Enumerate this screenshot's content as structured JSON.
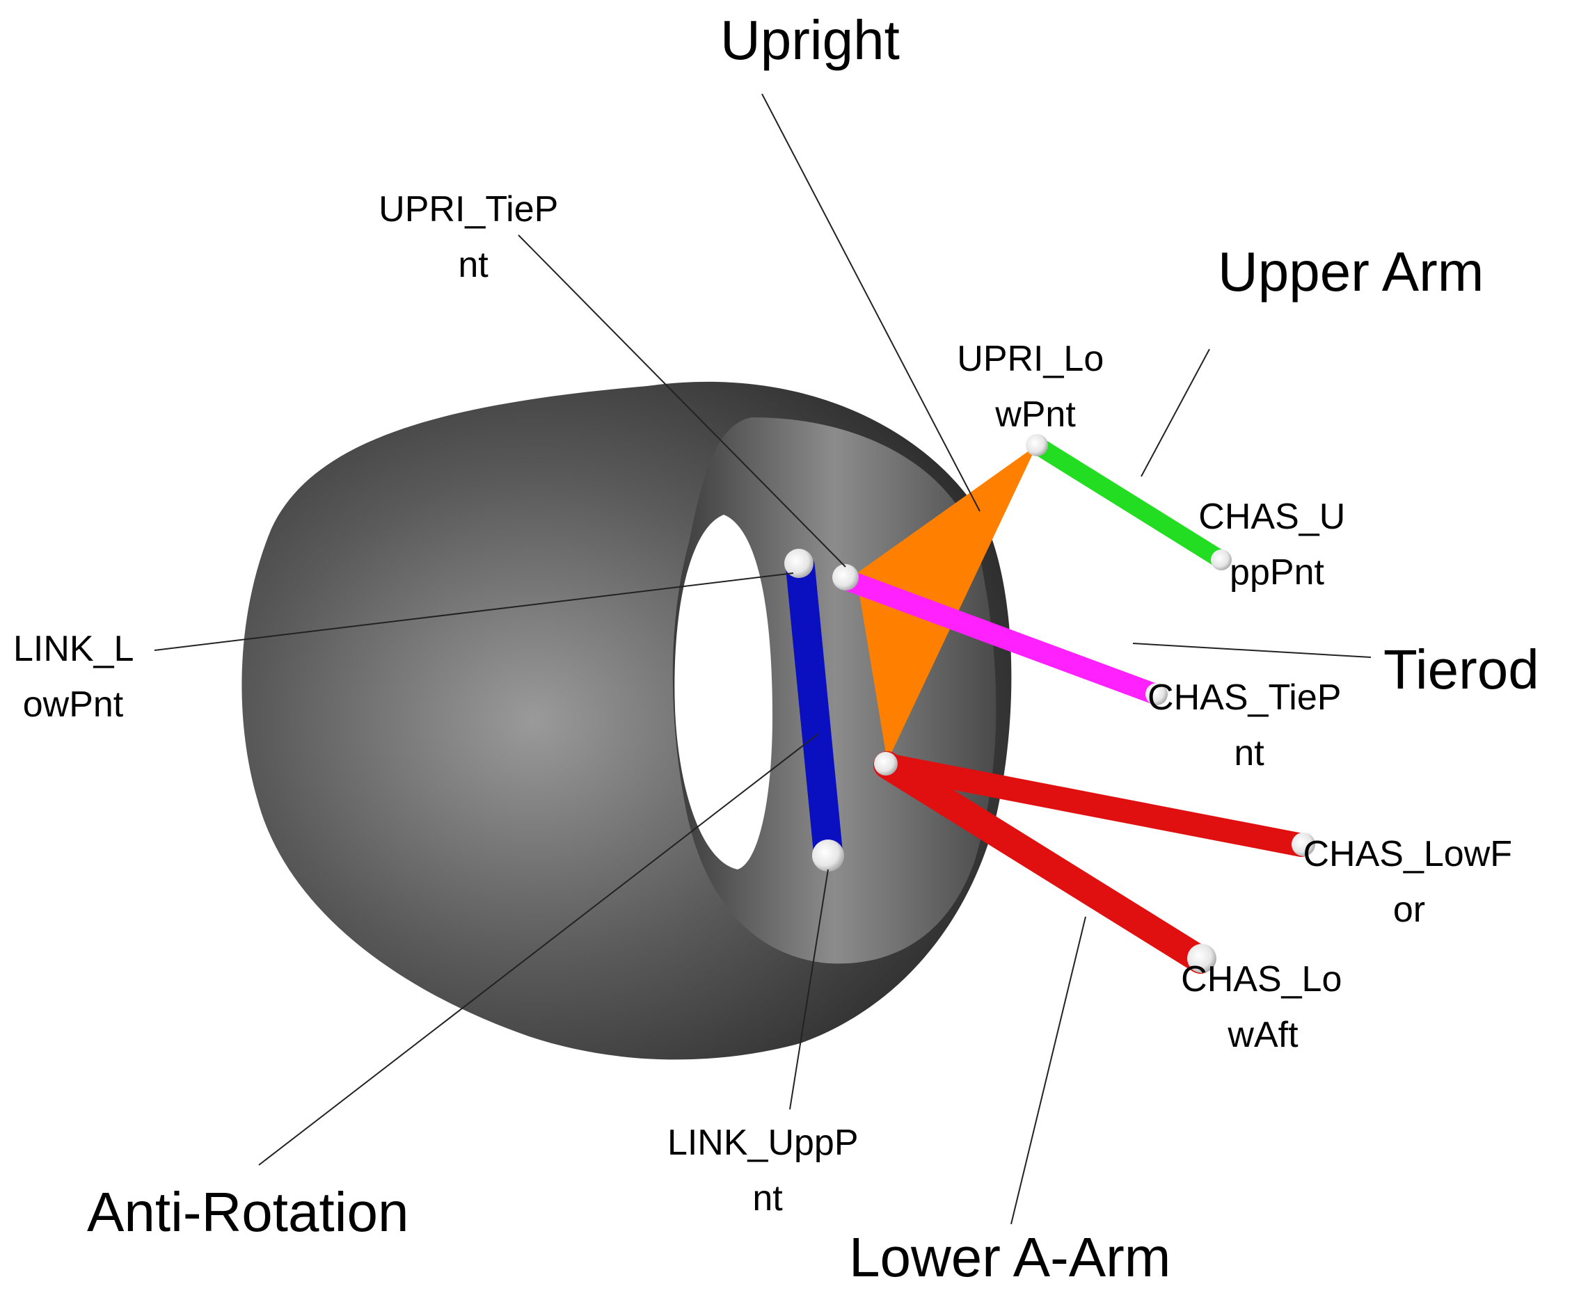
{
  "colors": {
    "upper_arm": "#22dd22",
    "tierod": "#ff22ff",
    "lower_a_arm": "#e01010",
    "anti_rotation": "#0a10c0",
    "upright": "#ff8000",
    "tire": "#4a4a4a"
  },
  "labels": {
    "upright": "Upright",
    "upper_arm": "Upper Arm",
    "tierod": "Tierod",
    "anti_rotation": "Anti-Rotation",
    "lower_a_arm": "Lower A-Arm",
    "upri_tiepnt": [
      "UPRI_TieP",
      "nt"
    ],
    "upri_lowpnt": [
      "UPRI_Lo",
      "wPnt"
    ],
    "chas_upppnt": [
      "CHAS_U",
      "ppPnt"
    ],
    "link_lowpnt": [
      "LINK_L",
      "owPnt"
    ],
    "chas_tiepnt": [
      "CHAS_TieP",
      "nt"
    ],
    "chas_lowfor": [
      "CHAS_LowF",
      "or"
    ],
    "chas_lowaft": [
      "CHAS_Lo",
      "wAft"
    ],
    "link_upppnt": [
      "LINK_UppP",
      "nt"
    ]
  }
}
